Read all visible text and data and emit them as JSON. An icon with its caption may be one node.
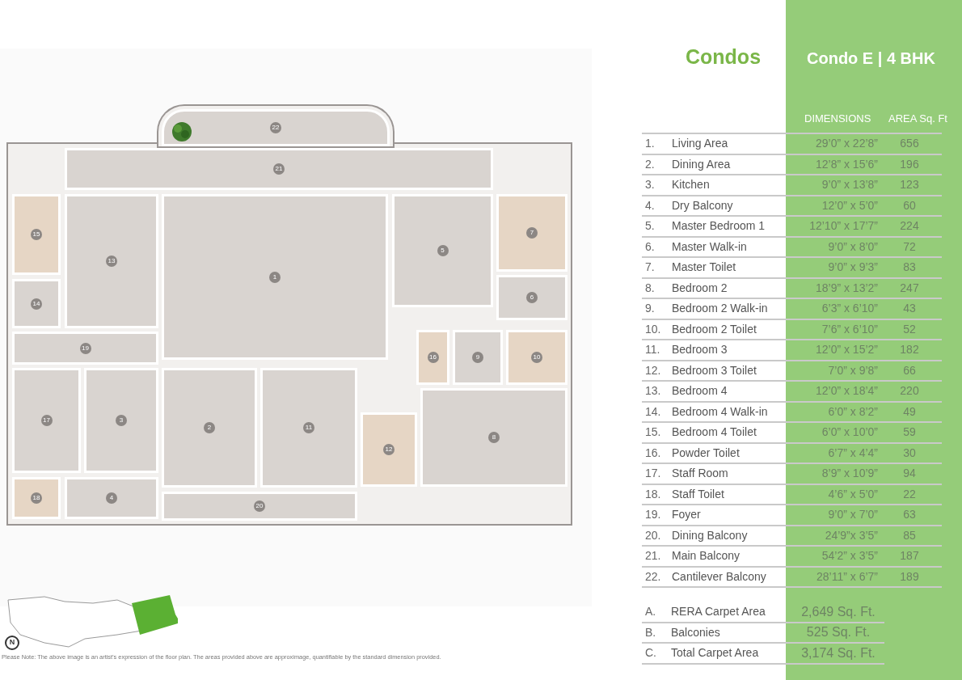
{
  "diagram": {
    "title": "Condos",
    "nodes": [
      {
        "text": [
          "1"
        ]
      },
      {
        "text": [
          "2"
        ]
      },
      {
        "text": [
          "3"
        ]
      },
      {
        "text": [
          "4"
        ]
      },
      {
        "text": [
          "5"
        ]
      },
      {
        "text": [
          "6"
        ]
      },
      {
        "text": [
          "7"
        ]
      },
      {
        "text": [
          "8"
        ]
      },
      {
        "text": [
          "9"
        ]
      },
      {
        "text": [
          "10"
        ]
      },
      {
        "text": [
          "11"
        ]
      },
      {
        "text": [
          "12"
        ]
      },
      {
        "text": [
          "13"
        ]
      },
      {
        "text": [
          "14"
        ]
      },
      {
        "text": [
          "15"
        ]
      },
      {
        "text": [
          "16"
        ]
      },
      {
        "text": [
          "17"
        ]
      },
      {
        "text": [
          "18"
        ]
      },
      {
        "text": [
          "19"
        ]
      },
      {
        "text": [
          "20"
        ]
      },
      {
        "text": [
          "21"
        ]
      },
      {
        "text": [
          "22"
        ]
      }
    ],
    "labels": [
      "Condo E | 4 BHK",
      "DIMENSIONS",
      "AREA Sq. Ft",
      "1.",
      "Living Area",
      "29’0” x 22’8”",
      "656",
      "2.",
      "Dining Area",
      "12’8” x 15’6”",
      "196",
      "3.",
      "Kitchen",
      "9’0” x 13’8”",
      "123",
      "4.",
      "Dry Balcony",
      "12’0” x 5’0”",
      "60",
      "5.",
      "Master Bedroom 1",
      "12’10” x 17’7”",
      "224",
      "6.",
      "Master Walk-in",
      "9’0” x 8’0”",
      "72",
      "7.",
      "Master Toilet",
      "9’0” x 9’3”",
      "83",
      "8.",
      "Bedroom 2",
      "18’9” x 13’2”",
      "247",
      "9.",
      "Bedroom 2 Walk-in",
      "6’3” x 6’10”",
      "43",
      "10.",
      "Bedroom 2 Toilet",
      "7’6” x 6’10”",
      "52",
      "11.",
      "Bedroom 3",
      "12’0” x 15’2”",
      "182",
      "12.",
      "Bedroom 3 Toilet",
      "7’0” x 9’8”",
      "66",
      "13.",
      "Bedroom 4",
      "12’0” x 18’4”",
      "220",
      "14.",
      "Bedroom 4 Walk-in",
      "6’0” x 8’2”",
      "49",
      "15.",
      "Bedroom 4 Toilet",
      "6’0” x 10’0”",
      "59",
      "16.",
      "Powder Toilet",
      "6’7” x 4’4”",
      "30",
      "17.",
      "Staff Room",
      "8’9” x 10’9”",
      "94",
      "18.",
      "Staff Toilet",
      "4’6” x 5’0”",
      "22",
      "19.",
      "Foyer",
      "9’0” x 7’0”",
      "63",
      "20.",
      "Dining Balcony",
      "24’9”x 3’5”",
      "85",
      "21.",
      "Main Balcony",
      "54’2” x 3’5”",
      "187",
      "22.",
      "Cantilever Balcony",
      "28’11” x 6’7”",
      "189",
      "A.",
      "RERA Carpet Area",
      "2,649 Sq. Ft.",
      "B.",
      "Balconies",
      "525 Sq. Ft.",
      "C.",
      "Total Carpet Area",
      "3,174 Sq. Ft.",
      "Please Note: The above image is an artist’s expression of the floor plan. The areas provided above are approximage, quantifiable by the standard dimension provided.",
      "N"
    ]
  }
}
